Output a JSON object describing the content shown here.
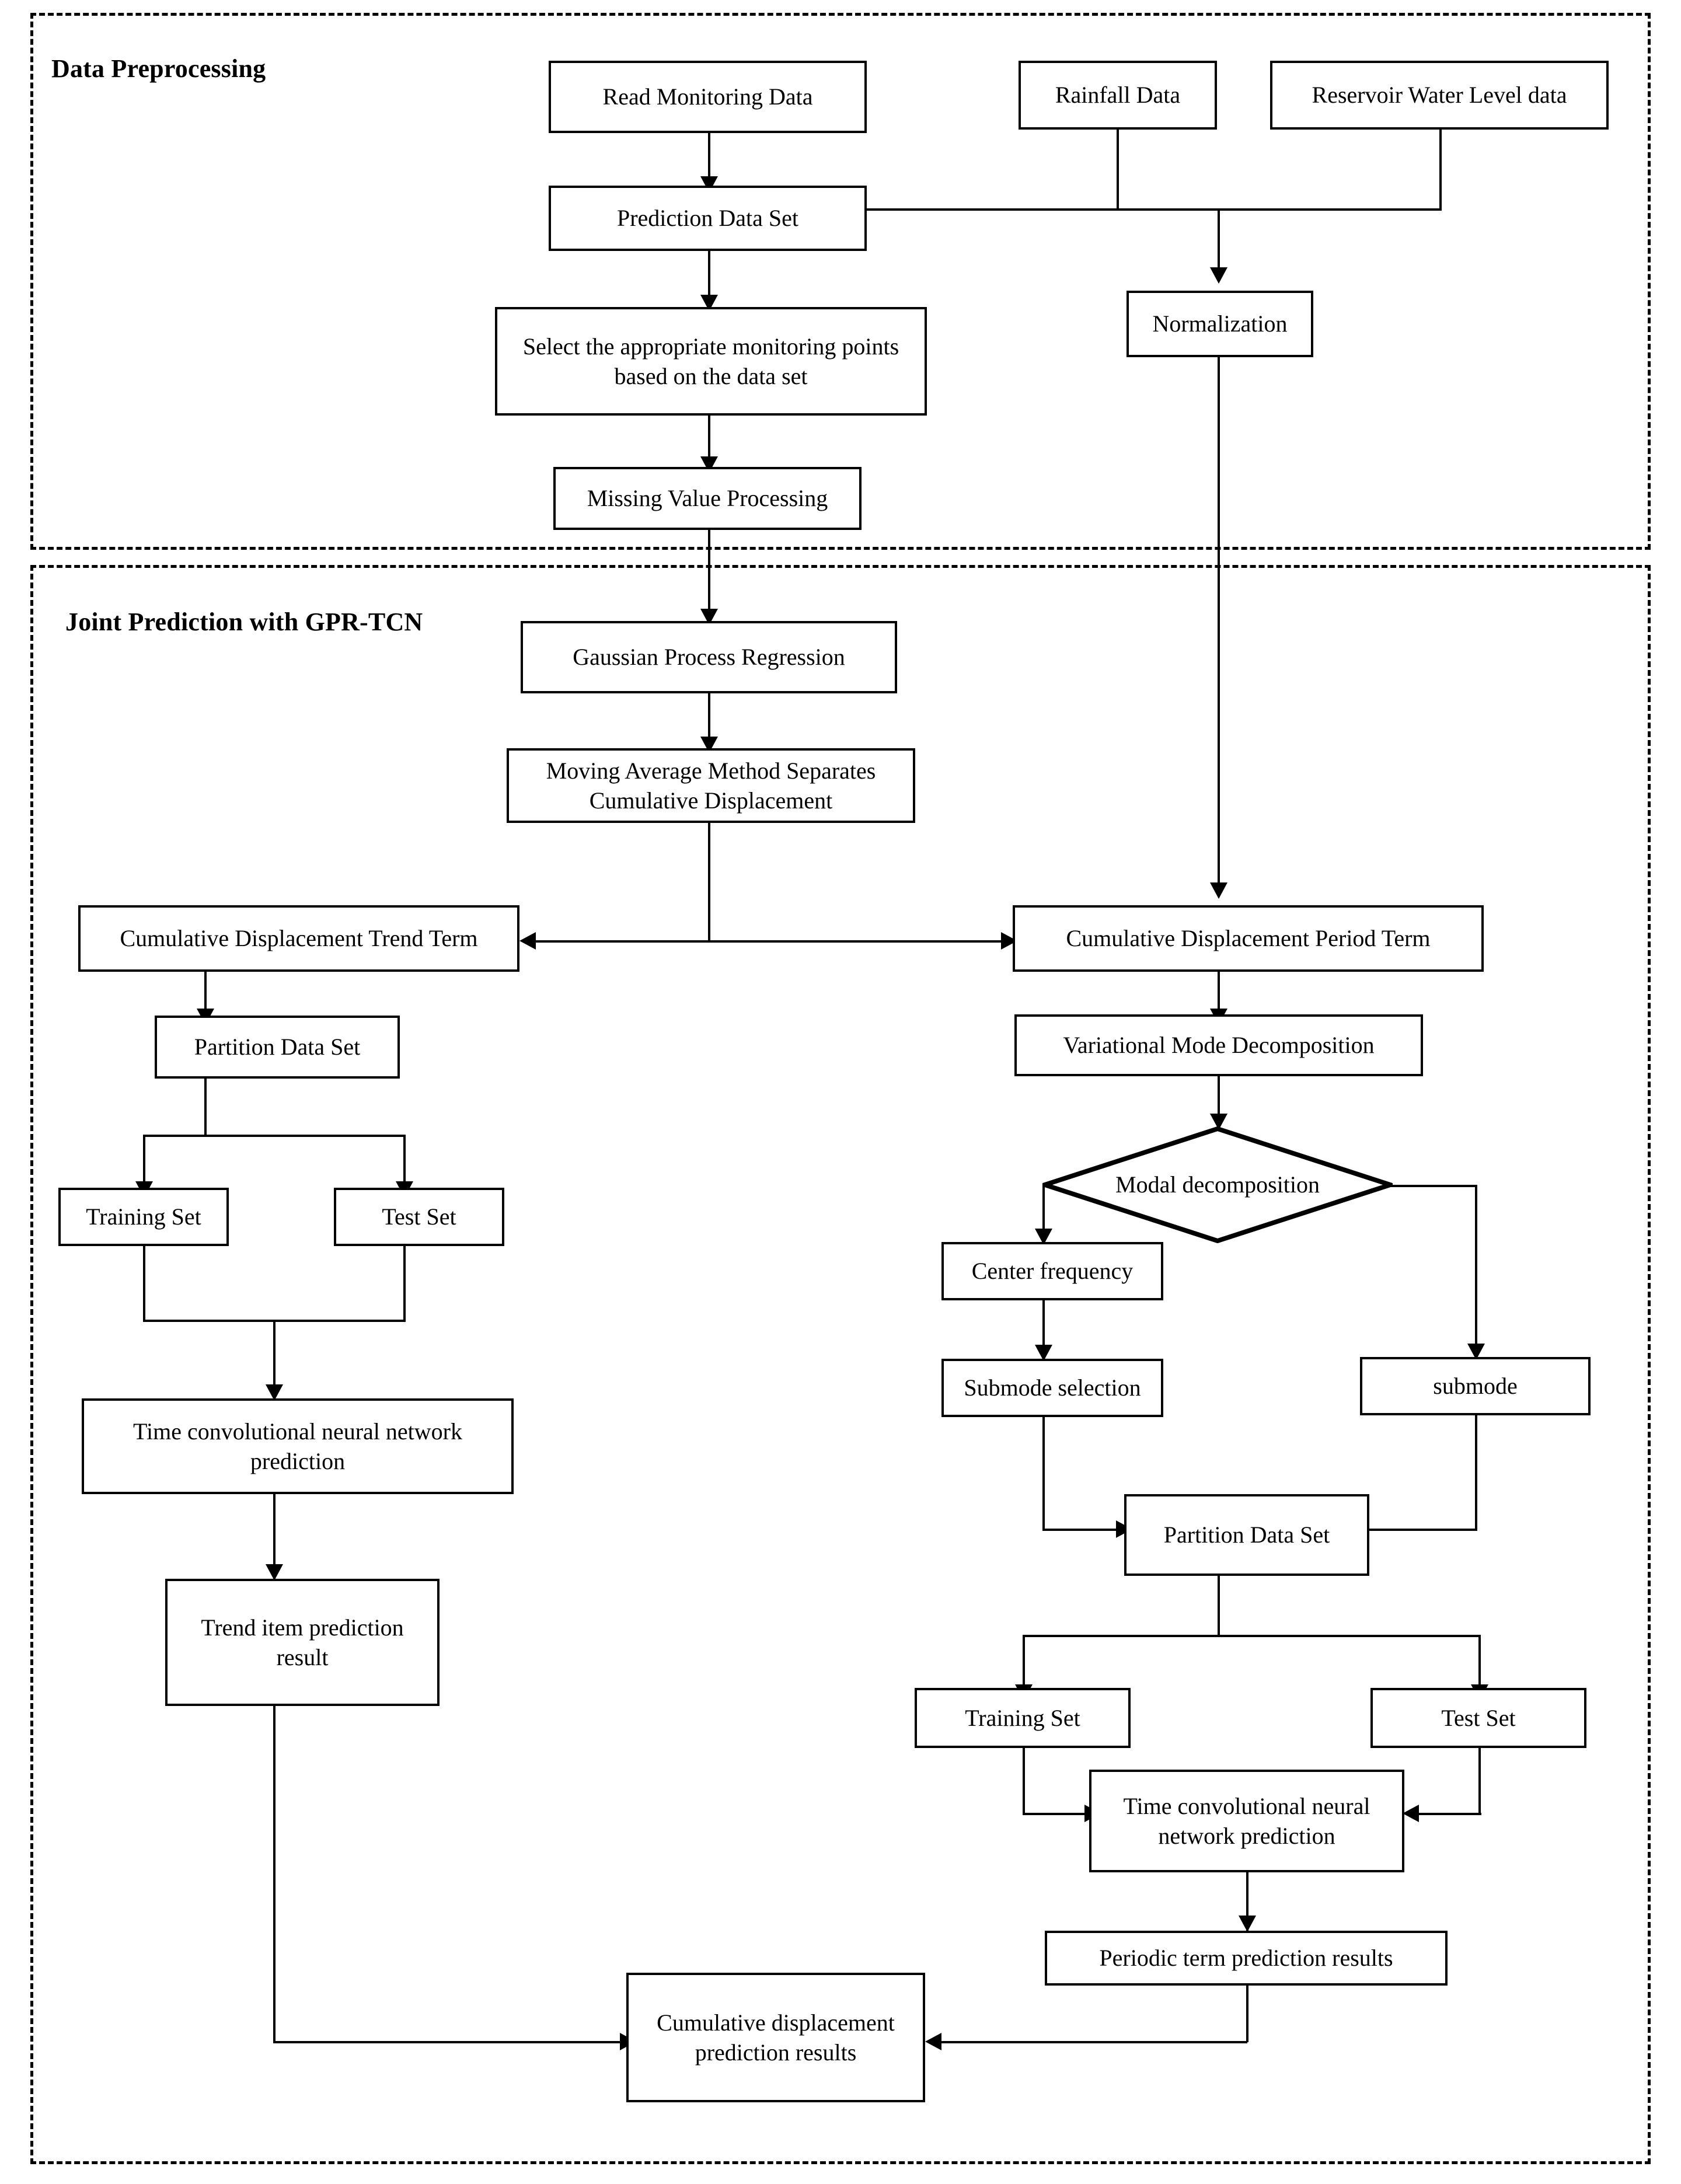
{
  "figure": {
    "type": "flowchart",
    "orientation": "vertical",
    "sections": [
      {
        "id": "preprocessing",
        "label": "Data Preprocessing"
      },
      {
        "id": "joint_prediction",
        "label": "Joint Prediction with GPR-TCN"
      }
    ],
    "nodes": [
      {
        "id": "read_monitoring_data",
        "label": "Read Monitoring Data",
        "shape": "rect"
      },
      {
        "id": "rainfall_data",
        "label": "Rainfall Data",
        "shape": "rect"
      },
      {
        "id": "reservoir_water_level_data",
        "label": "Reservoir Water Level data",
        "shape": "rect"
      },
      {
        "id": "prediction_data_set",
        "label": "Prediction Data Set",
        "shape": "rect"
      },
      {
        "id": "normalization",
        "label": "Normalization",
        "shape": "rect"
      },
      {
        "id": "select_monitoring_points",
        "label": "Select the appropriate monitoring points based on the data set",
        "shape": "rect"
      },
      {
        "id": "missing_value_processing",
        "label": "Missing Value Processing",
        "shape": "rect"
      },
      {
        "id": "gaussian_process_regression",
        "label": "Gaussian Process Regression",
        "shape": "rect"
      },
      {
        "id": "moving_average_method",
        "label": "Moving Average Method Separates Cumulative Displacement",
        "shape": "rect"
      },
      {
        "id": "cumulative_displacement_trend_term",
        "label": "Cumulative Displacement Trend Term",
        "shape": "rect"
      },
      {
        "id": "cumulative_displacement_period_term",
        "label": "Cumulative Displacement Period Term",
        "shape": "rect"
      },
      {
        "id": "partition_data_set_left",
        "label": "Partition Data Set",
        "shape": "rect"
      },
      {
        "id": "variational_mode_decomposition",
        "label": "Variational Mode Decomposition",
        "shape": "rect"
      },
      {
        "id": "training_set_left",
        "label": "Training Set",
        "shape": "rect"
      },
      {
        "id": "test_set_left",
        "label": "Test Set",
        "shape": "rect"
      },
      {
        "id": "modal_decomposition",
        "label": "Modal decomposition",
        "shape": "diamond"
      },
      {
        "id": "center_frequency",
        "label": "Center frequency",
        "shape": "rect"
      },
      {
        "id": "submode_selection",
        "label": "Submode selection",
        "shape": "rect"
      },
      {
        "id": "submode",
        "label": "submode",
        "shape": "rect"
      },
      {
        "id": "tcn_prediction_left",
        "label": "Time convolutional neural network prediction",
        "shape": "rect"
      },
      {
        "id": "partition_data_set_right",
        "label": "Partition Data Set",
        "shape": "rect"
      },
      {
        "id": "trend_item_prediction_result",
        "label": "Trend item prediction result",
        "shape": "rect"
      },
      {
        "id": "training_set_right",
        "label": "Training Set",
        "shape": "rect"
      },
      {
        "id": "test_set_right",
        "label": "Test Set",
        "shape": "rect"
      },
      {
        "id": "tcn_prediction_right",
        "label": "Time convolutional neural network prediction",
        "shape": "rect"
      },
      {
        "id": "periodic_term_prediction_results",
        "label": "Periodic term prediction results",
        "shape": "rect"
      },
      {
        "id": "cumulative_displacement_prediction_results",
        "label": "Cumulative displacement prediction results",
        "shape": "rect"
      }
    ],
    "edges": [
      {
        "from": "read_monitoring_data",
        "to": "prediction_data_set"
      },
      {
        "from": "rainfall_data",
        "to": "prediction_data_set"
      },
      {
        "from": "reservoir_water_level_data",
        "to": "prediction_data_set"
      },
      {
        "from": "rainfall_data",
        "to": "normalization"
      },
      {
        "from": "reservoir_water_level_data",
        "to": "normalization"
      },
      {
        "from": "prediction_data_set",
        "to": "select_monitoring_points"
      },
      {
        "from": "select_monitoring_points",
        "to": "missing_value_processing"
      },
      {
        "from": "missing_value_processing",
        "to": "gaussian_process_regression"
      },
      {
        "from": "gaussian_process_regression",
        "to": "moving_average_method"
      },
      {
        "from": "moving_average_method",
        "to": "cumulative_displacement_trend_term"
      },
      {
        "from": "moving_average_method",
        "to": "cumulative_displacement_period_term"
      },
      {
        "from": "normalization",
        "to": "cumulative_displacement_period_term"
      },
      {
        "from": "cumulative_displacement_trend_term",
        "to": "partition_data_set_left"
      },
      {
        "from": "partition_data_set_left",
        "to": "training_set_left"
      },
      {
        "from": "partition_data_set_left",
        "to": "test_set_left"
      },
      {
        "from": "training_set_left",
        "to": "tcn_prediction_left"
      },
      {
        "from": "test_set_left",
        "to": "tcn_prediction_left"
      },
      {
        "from": "tcn_prediction_left",
        "to": "trend_item_prediction_result"
      },
      {
        "from": "trend_item_prediction_result",
        "to": "cumulative_displacement_prediction_results"
      },
      {
        "from": "cumulative_displacement_period_term",
        "to": "variational_mode_decomposition"
      },
      {
        "from": "variational_mode_decomposition",
        "to": "modal_decomposition"
      },
      {
        "from": "modal_decomposition",
        "to": "center_frequency"
      },
      {
        "from": "modal_decomposition",
        "to": "submode"
      },
      {
        "from": "center_frequency",
        "to": "submode_selection"
      },
      {
        "from": "submode_selection",
        "to": "partition_data_set_right"
      },
      {
        "from": "submode",
        "to": "partition_data_set_right"
      },
      {
        "from": "partition_data_set_right",
        "to": "training_set_right"
      },
      {
        "from": "partition_data_set_right",
        "to": "test_set_right"
      },
      {
        "from": "training_set_right",
        "to": "tcn_prediction_right"
      },
      {
        "from": "test_set_right",
        "to": "tcn_prediction_right"
      },
      {
        "from": "tcn_prediction_right",
        "to": "periodic_term_prediction_results"
      },
      {
        "from": "periodic_term_prediction_results",
        "to": "cumulative_displacement_prediction_results"
      }
    ],
    "colors": {
      "stroke": "#000000",
      "fill": "#ffffff",
      "text": "#000000"
    }
  }
}
